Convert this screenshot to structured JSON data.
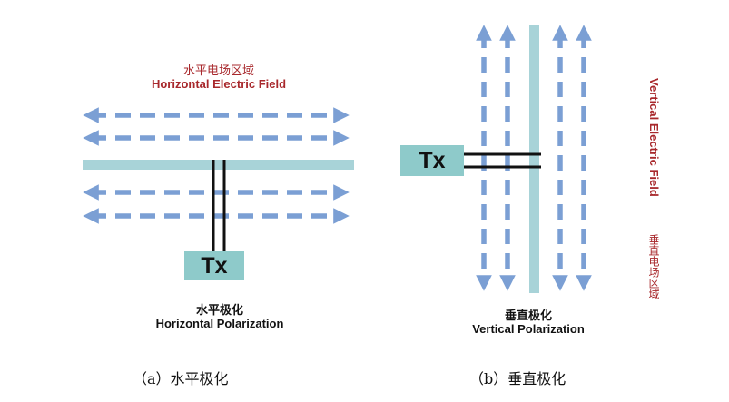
{
  "horizontal": {
    "field_label_cn": "水平电场区域",
    "field_label_en": "Horizontal Electric Field",
    "tx_label": "Tx",
    "polarization_cn": "水平极化",
    "polarization_en": "Horizontal Polarization",
    "caption": "（a）水平极化"
  },
  "vertical": {
    "field_label_cn": "垂直电场区域",
    "field_label_en": "Vertical Electric Field",
    "tx_label": "Tx",
    "polarization_cn": "垂直极化",
    "polarization_en": "Vertical Polarization",
    "caption": "（b）垂直极化"
  },
  "colors": {
    "arrow": "#7b9fd4",
    "antenna": "#a8d3d8",
    "tx_box": "#8ecaca",
    "label_red": "#a8282c",
    "feed_line": "#111111"
  },
  "icons": [
    "double-headed-arrow-icon",
    "antenna-bar",
    "transmitter-box"
  ]
}
